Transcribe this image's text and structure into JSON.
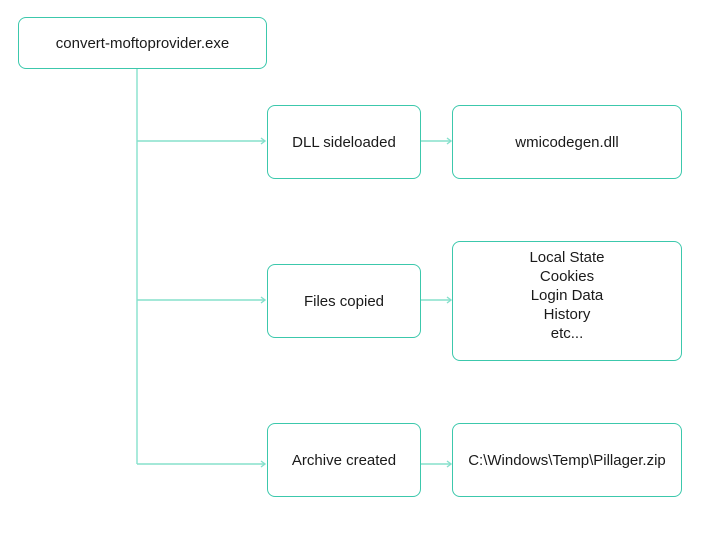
{
  "diagram": {
    "accent_color": "#3cc8ac",
    "root": {
      "label": "convert-moftoprovider.exe"
    },
    "branches": [
      {
        "action": "DLL sideloaded",
        "result": [
          "wmicodegen.dll"
        ]
      },
      {
        "action": "Files copied",
        "result": [
          "Local State",
          "Cookies",
          "Login Data",
          "History",
          "etc..."
        ]
      },
      {
        "action": "Archive created",
        "result": [
          "C:\\Windows\\Temp\\Pillager.zip"
        ]
      }
    ]
  }
}
